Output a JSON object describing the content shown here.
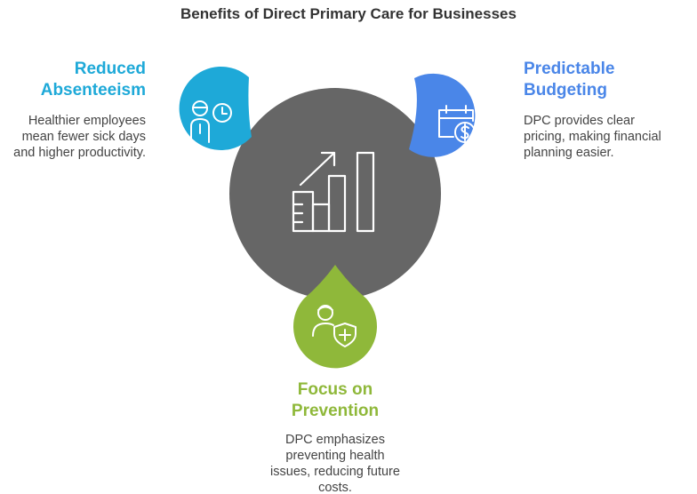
{
  "title": "Benefits of Direct Primary Care for Businesses",
  "colors": {
    "center": "#666666",
    "absenteeism": "#1ea9d8",
    "budgeting": "#4a86e8",
    "prevention": "#8fb83a",
    "text": "#444444"
  },
  "benefits": {
    "absenteeism": {
      "heading_line1": "Reduced",
      "heading_line2": "Absenteeism",
      "text_line1": "Healthier employees",
      "text_line2": "mean fewer sick days",
      "text_line3": "and higher productivity.",
      "icon": "employee-clock-icon"
    },
    "budgeting": {
      "heading_line1": "Predictable",
      "heading_line2": "Budgeting",
      "text_line1": "DPC provides clear",
      "text_line2": "pricing, making financial",
      "text_line3": "planning easier.",
      "icon": "calendar-dollar-icon"
    },
    "prevention": {
      "heading_line1": "Focus on",
      "heading_line2": "Prevention",
      "text_line1": "DPC emphasizes",
      "text_line2": "preventing health",
      "text_line3": "issues, reducing future",
      "text_line4": "costs.",
      "icon": "person-shield-icon"
    }
  },
  "center_icon": "growth-chart-icon"
}
